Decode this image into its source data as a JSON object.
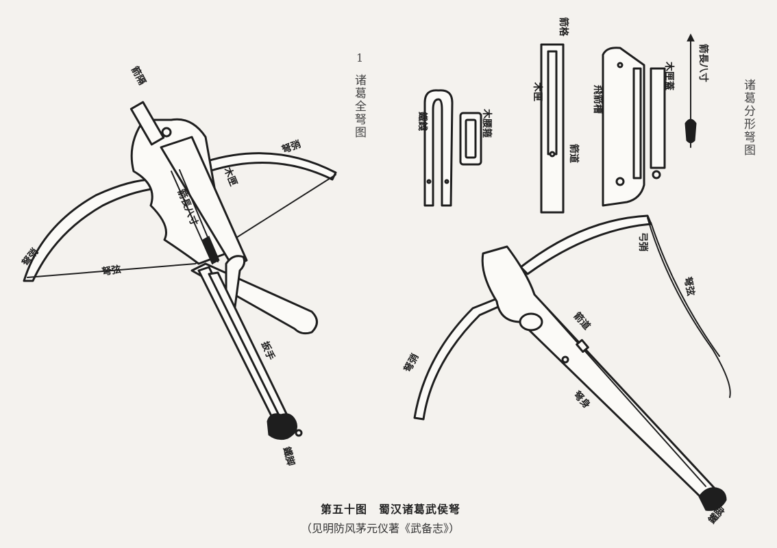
{
  "figure": {
    "number": "1",
    "left_title": "诸葛全弩图",
    "right_title": "诸葛分形弩图",
    "caption_title": "第五十图　蜀汉诸葛武侯弩",
    "caption_source": "（见明防风茅元仪著《武备志》）"
  },
  "labels": {
    "bow_left": "弩弰",
    "bow_right": "弩弰",
    "arrow_mid": "箭隔",
    "arrow_long": "箭長八寸",
    "side_a": "弩身",
    "side_b": "木匣",
    "string": "弩弦",
    "lever": "扳手",
    "tip": "鐵脚",
    "r_iron": "鐵錢",
    "r_wood_clasp": "木腰箍",
    "r_top": "箭格",
    "r_wood_frame": "木匣",
    "r_channel": "箭道",
    "r_side_mount": "飛箭槽",
    "r_wood_lid": "木匣蓋",
    "r_arrow_note": "箭長八寸",
    "r_bow_tip": "弓弰",
    "r_string_note": "弩弦",
    "r_bow_left": "弩弰",
    "r_stock": "弩身",
    "r_groove": "箭道",
    "r_foot": "鐵脚"
  }
}
